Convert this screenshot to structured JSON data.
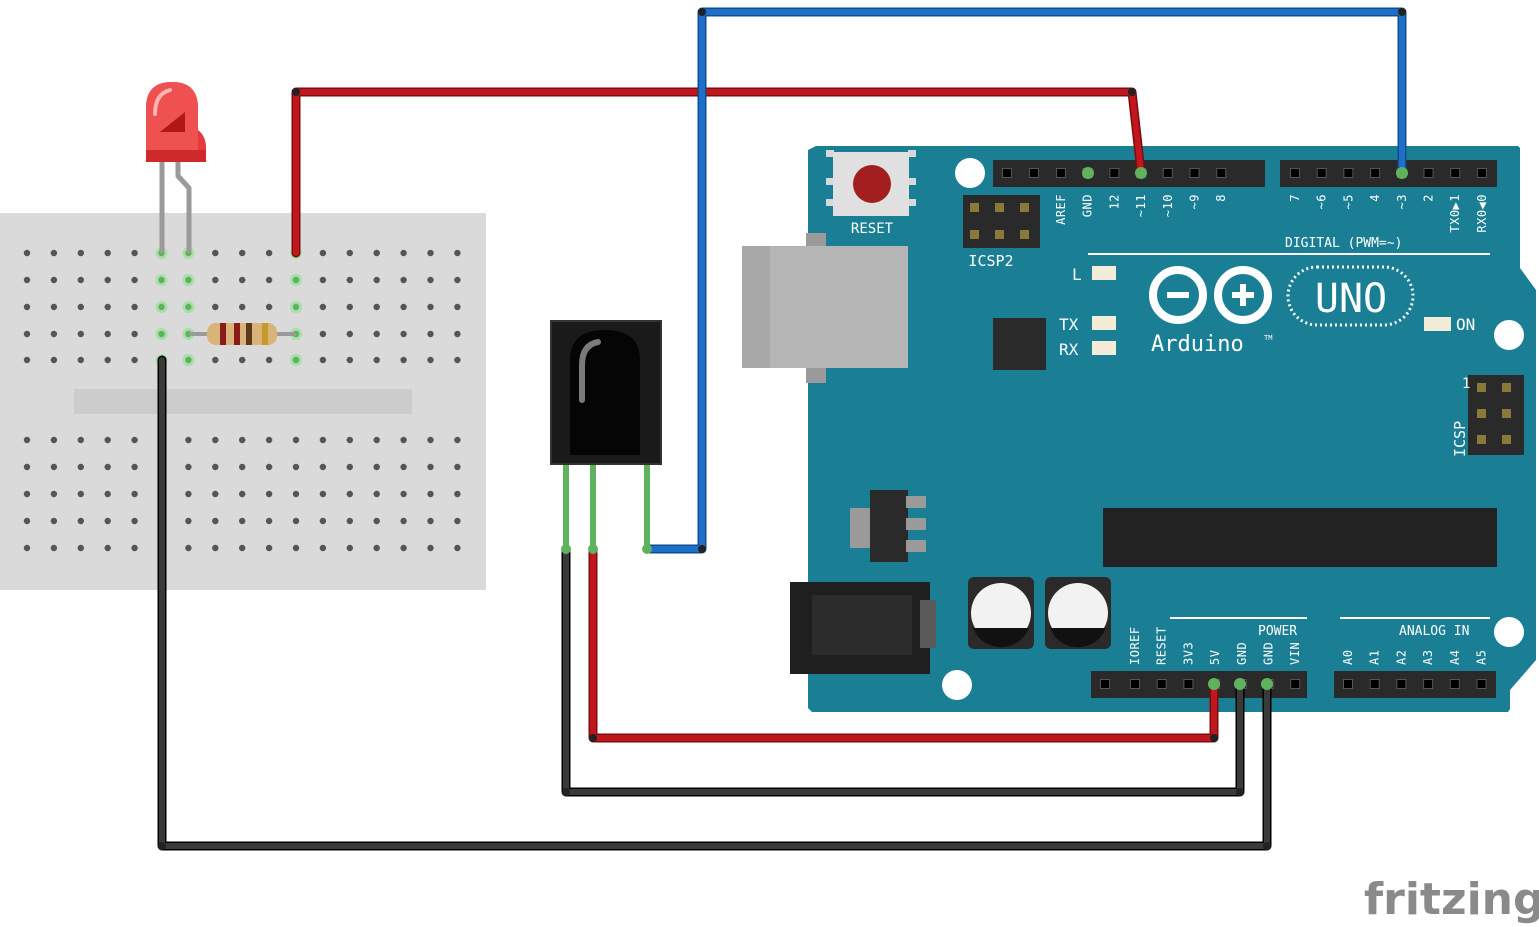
{
  "board": {
    "reset_label": "RESET",
    "icsp2_label": "ICSP2",
    "icsp_label": "ICSP",
    "icsp_pin1": "1",
    "led_l": "L",
    "led_tx": "TX",
    "led_rx": "RX",
    "led_on": "ON",
    "digital_label": "DIGITAL (PWM=~)",
    "power_label": "POWER",
    "analog_label": "ANALOG IN",
    "brand": "Arduino",
    "brand_tm": "TM",
    "model": "UNO",
    "digital_pins_left": [
      "AREF",
      "GND",
      "12",
      "~11",
      "~10",
      "~9",
      "8"
    ],
    "digital_pins_right": [
      "7",
      "~6",
      "~5",
      "4",
      "~3",
      "2",
      "TX0▶1",
      "RX0◀0"
    ],
    "power_pins": [
      "IOREF",
      "RESET",
      "3V3",
      "5V",
      "GND",
      "GND",
      "VIN"
    ],
    "analog_pins": [
      "A0",
      "A1",
      "A2",
      "A3",
      "A4",
      "A5"
    ]
  },
  "components": {
    "led": "red-led",
    "resistor": "resistor",
    "ir_receiver": "ir-receiver",
    "breadboard": "mini-breadboard"
  },
  "wires": {
    "red": "#c0161c",
    "blue": "#1e6fc8",
    "black": "#262626",
    "green_lead": "#5fb35f"
  },
  "colors": {
    "board": "#1a7f95",
    "breadboard": "#dadada"
  },
  "watermark": "fritzing"
}
